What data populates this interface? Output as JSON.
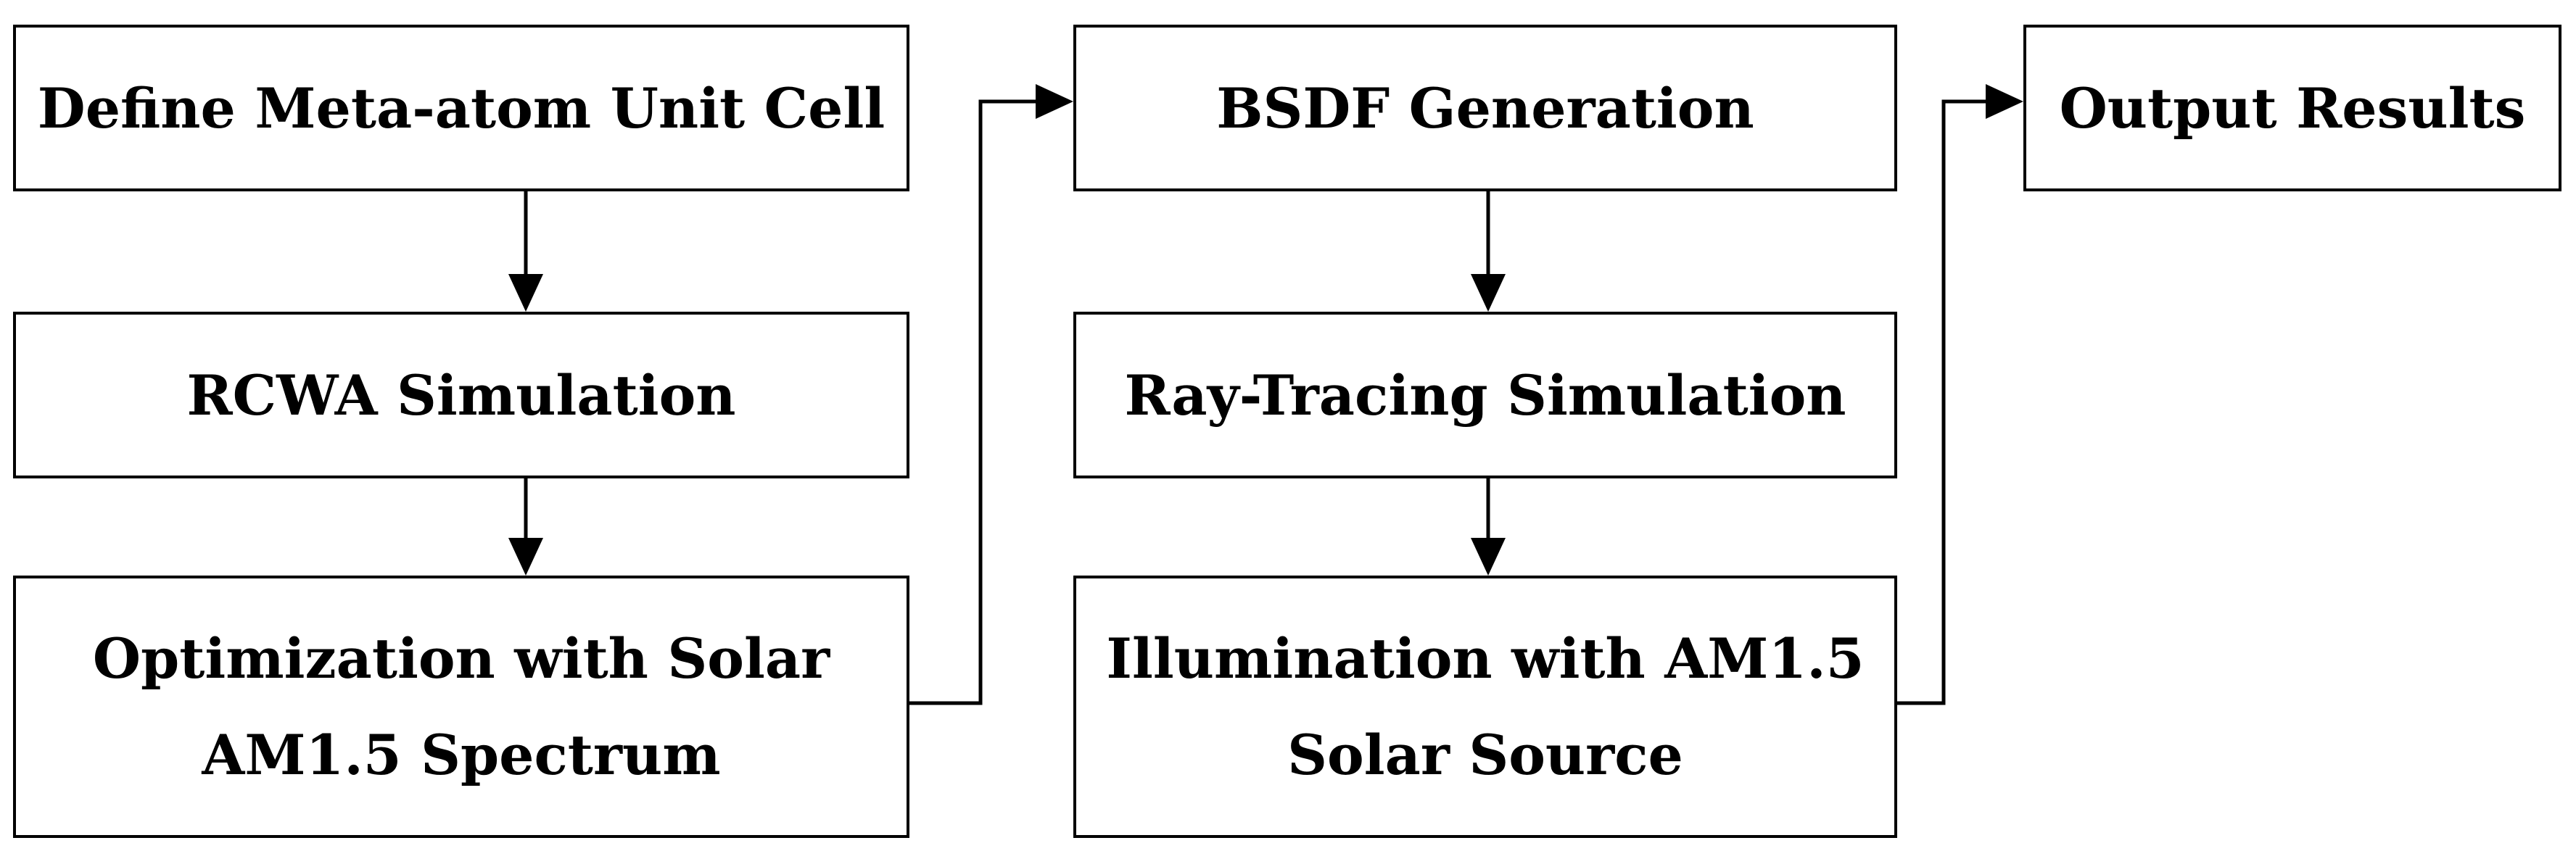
{
  "diagram": {
    "type": "flowchart",
    "nodes": [
      {
        "id": "define",
        "label": "Define Meta-atom Unit Cell"
      },
      {
        "id": "rcwa",
        "label": "RCWA Simulation"
      },
      {
        "id": "opt",
        "label": "Optimization with Solar\nAM1.5 Spectrum"
      },
      {
        "id": "bsdf",
        "label": "BSDF Generation"
      },
      {
        "id": "ray",
        "label": "Ray-Tracing Simulation"
      },
      {
        "id": "illum",
        "label": "Illumination with AM1.5\nSolar Source"
      },
      {
        "id": "output",
        "label": "Output Results"
      }
    ],
    "edges": [
      {
        "from": "define",
        "to": "rcwa"
      },
      {
        "from": "rcwa",
        "to": "opt"
      },
      {
        "from": "opt",
        "to": "bsdf"
      },
      {
        "from": "bsdf",
        "to": "ray"
      },
      {
        "from": "ray",
        "to": "illum"
      },
      {
        "from": "illum",
        "to": "output"
      }
    ],
    "colors": {
      "stroke": "#000000",
      "text": "#000000",
      "background": "#ffffff"
    }
  }
}
